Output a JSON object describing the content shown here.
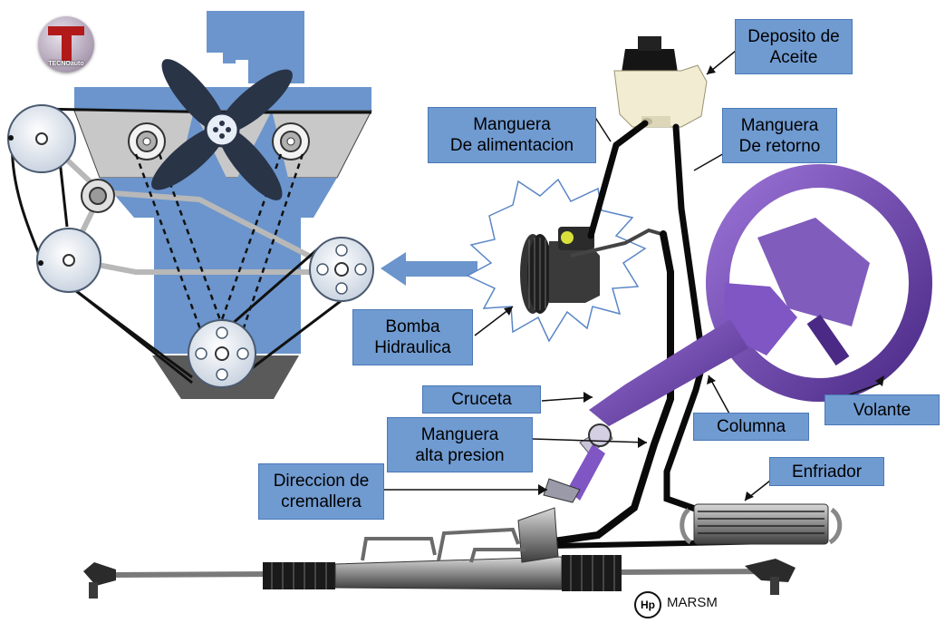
{
  "labels": {
    "deposito": [
      "Deposito de",
      "Aceite"
    ],
    "manguera_alimentacion": [
      "Manguera",
      "De alimentacion"
    ],
    "manguera_retorno": [
      "Manguera",
      "De retorno"
    ],
    "bomba": [
      "Bomba",
      "Hidraulica"
    ],
    "cruceta": [
      "Cruceta"
    ],
    "manguera_alta": [
      "Manguera",
      "alta presion"
    ],
    "direccion": [
      "Direccion de",
      "cremallera"
    ],
    "columna": [
      "Columna"
    ],
    "volante": [
      "Volante"
    ],
    "enfriador": [
      "Enfriador"
    ]
  },
  "logo": {
    "text": "TECNOauto",
    "letter": "T"
  },
  "watermark": {
    "symbol": "Hp",
    "text": "MARSM"
  },
  "colors": {
    "label_fill": "#709bd1",
    "engine_blue": "#6b95cc",
    "fan_dark": "#2a3447",
    "belt": "#111111",
    "purple": "#6a3fb0",
    "hose": "#0a0a0a",
    "logo_red": "#b21a1a"
  },
  "icons": {
    "engine": "engine-schematic-icon",
    "fan": "cooling-fan-icon",
    "pump": "hydraulic-pump-icon",
    "steering_wheel": "steering-wheel-icon",
    "cooler": "cooler-icon",
    "rack": "steering-rack-icon",
    "arrow": "arrow-left-icon"
  }
}
